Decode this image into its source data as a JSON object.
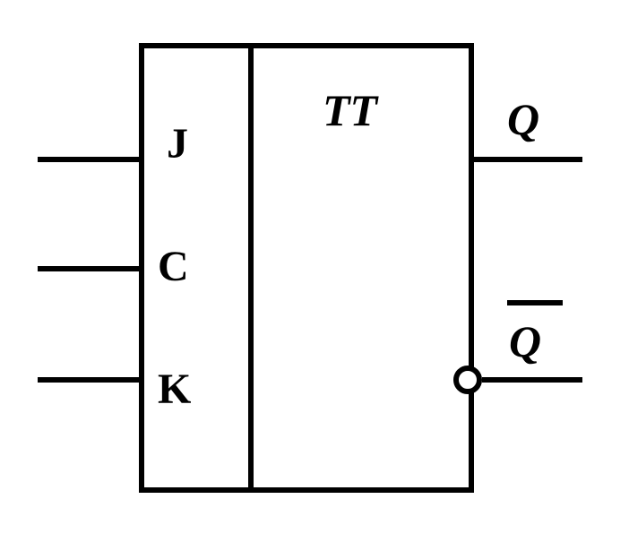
{
  "diagram": {
    "title": "TT",
    "inputs": {
      "j": "J",
      "c": "C",
      "k": "K"
    },
    "outputs": {
      "q": "Q",
      "q_bar": "Q"
    },
    "stroke_color": "#000000",
    "background_color": "#ffffff"
  }
}
